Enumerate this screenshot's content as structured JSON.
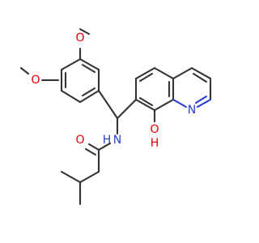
{
  "atoms": {
    "o_methoxy_top": "O",
    "o_methoxy_left": "O",
    "o_hydroxy": "O",
    "h_hydroxy": "H",
    "n_amide": "N",
    "h_amide": "H",
    "o_carbonyl": "O",
    "n_quinoline": "N"
  },
  "colors": {
    "bond": "#333333",
    "oxygen": "#e00000",
    "nitrogen": "#2a3fd6",
    "background": "#ffffff"
  }
}
